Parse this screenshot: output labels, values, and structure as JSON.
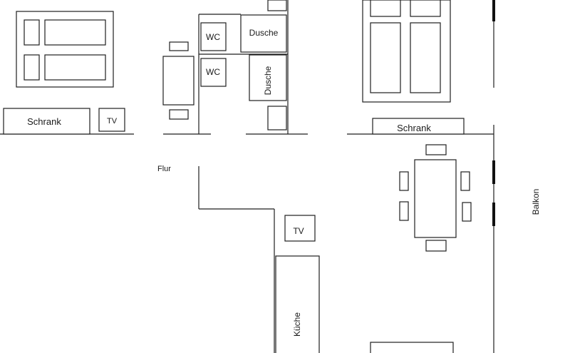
{
  "labels": {
    "schrank_left": "Schrank",
    "tv_bedroom": "TV",
    "wc_top": "WC",
    "wc_bottom": "WC",
    "dusche_top": "Dusche",
    "dusche_rotated": "Dusche",
    "schrank_right": "Schrank",
    "flur": "Flur",
    "tv_living": "TV",
    "kueche": "Küche",
    "balkon": "Balkon"
  }
}
